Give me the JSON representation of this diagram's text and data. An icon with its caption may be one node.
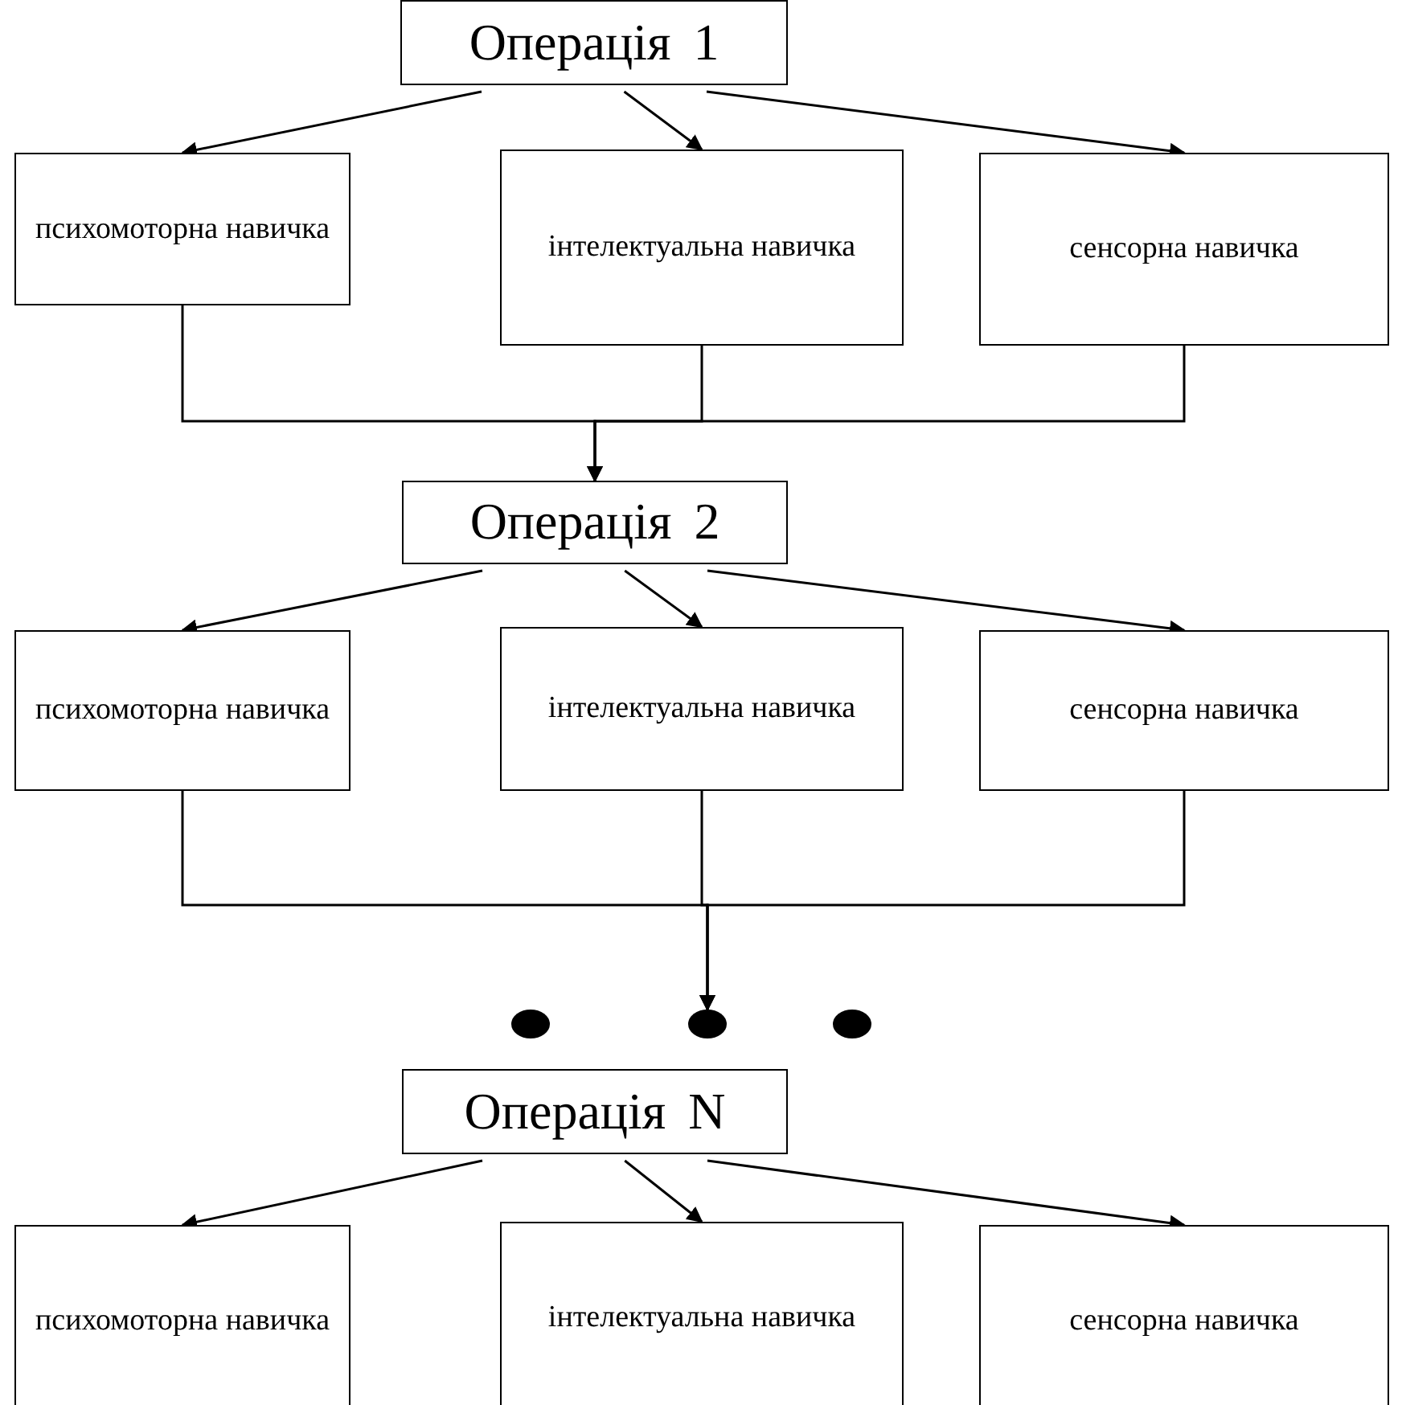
{
  "diagram": {
    "nodes": [
      {
        "text": [
          "Операція 1"
        ]
      },
      {
        "text": [
          "психомоторна навичка"
        ]
      },
      {
        "text": [
          "інтелектуальна навичка"
        ]
      },
      {
        "text": [
          "сенсорна навичка"
        ]
      },
      {
        "text": [
          "Операція 2"
        ]
      },
      {
        "text": [
          "психомоторна навичка"
        ]
      },
      {
        "text": [
          "інтелектуальна навичка"
        ]
      },
      {
        "text": [
          "сенсорна навичка"
        ]
      },
      {
        "text": [],
        "shape": "circle"
      },
      {
        "text": [],
        "shape": "circle"
      },
      {
        "text": [],
        "shape": "circle"
      },
      {
        "text": [
          "Операція N"
        ]
      },
      {
        "text": [
          "психомоторна навичка"
        ]
      },
      {
        "text": [
          "інтелектуальна навичка"
        ]
      },
      {
        "text": [
          "сенсорна навичка"
        ]
      }
    ],
    "edges": [
      {
        "from": 0,
        "to": 1,
        "arrow": "to"
      },
      {
        "from": 0,
        "to": 2,
        "arrow": "to"
      },
      {
        "from": 0,
        "to": 3,
        "arrow": "to"
      },
      {
        "from": 1,
        "to": 4,
        "arrow": "to"
      },
      {
        "from": 2,
        "to": 4,
        "arrow": "to"
      },
      {
        "from": 3,
        "to": 4,
        "arrow": "to"
      },
      {
        "from": 4,
        "to": 5,
        "arrow": "to"
      },
      {
        "from": 4,
        "to": 6,
        "arrow": "to"
      },
      {
        "from": 4,
        "to": 7,
        "arrow": "to"
      },
      {
        "from": 5,
        "to": 9,
        "arrow": "to"
      },
      {
        "from": 6,
        "to": 9,
        "arrow": "to"
      },
      {
        "from": 7,
        "to": 9,
        "arrow": "to"
      },
      {
        "from": 11,
        "to": 12,
        "arrow": "to"
      },
      {
        "from": 11,
        "to": 13,
        "arrow": "to"
      },
      {
        "from": 11,
        "to": 14,
        "arrow": "to"
      }
    ]
  }
}
